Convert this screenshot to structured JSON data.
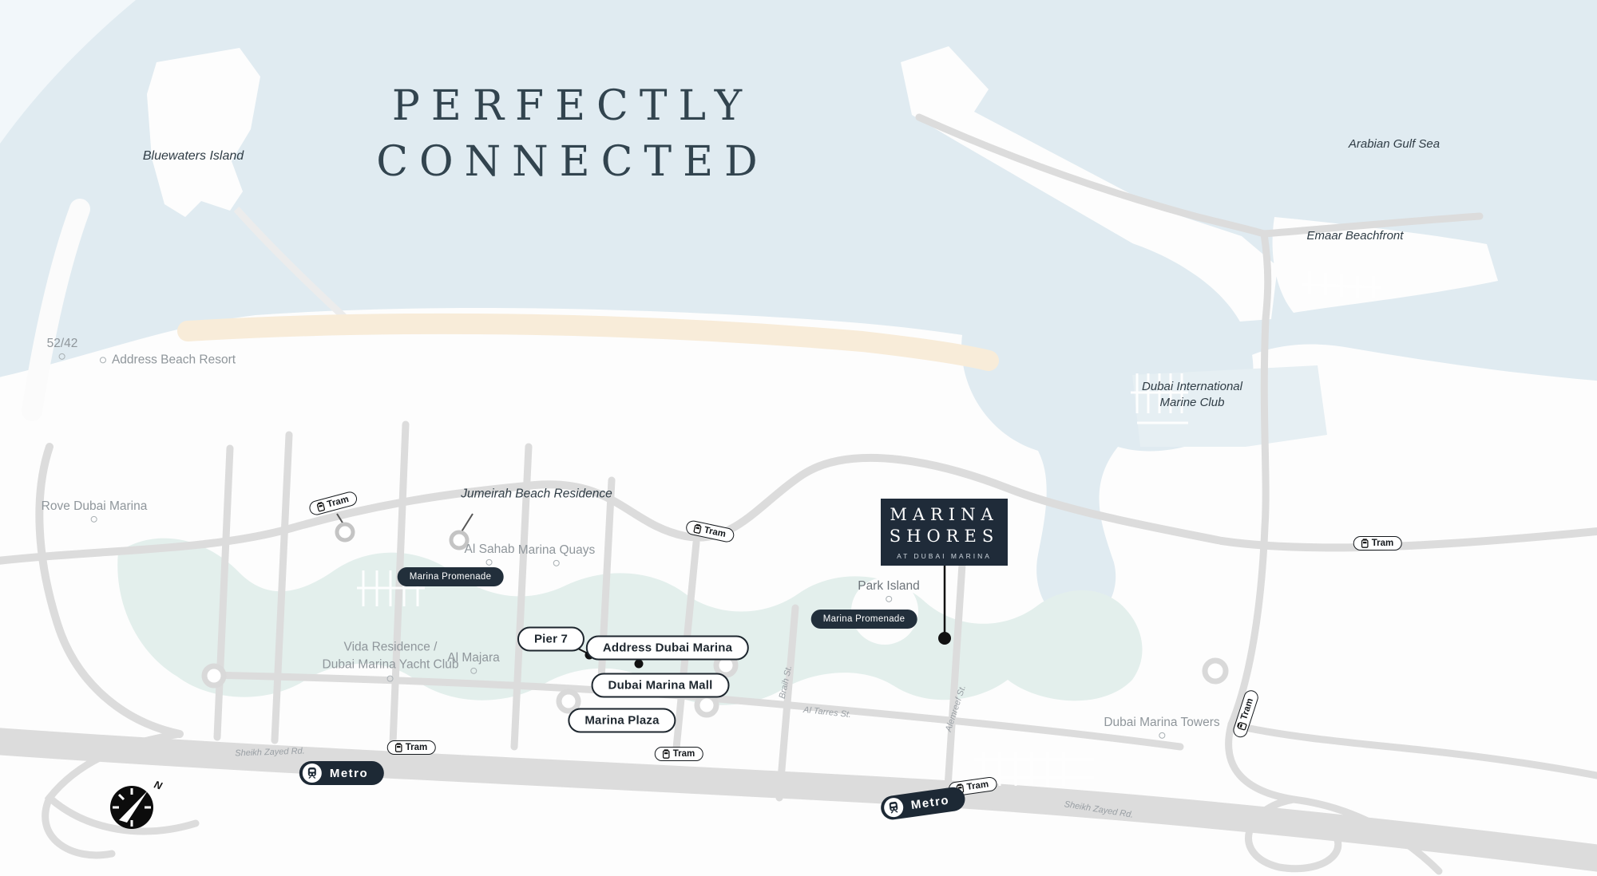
{
  "title": {
    "line1": "PERFECTLY",
    "line2": "CONNECTED"
  },
  "project_card": {
    "line1": "MARINA",
    "line2": "SHORES",
    "subtitle": "AT DUBAI MARINA"
  },
  "transit": {
    "tram_label": "Tram",
    "metro_label": "Metro"
  },
  "badges": {
    "marina_promenade": "Marina Promenade"
  },
  "pills": {
    "pier_7": "Pier 7",
    "address_dubai_marina": "Address Dubai Marina",
    "dubai_marina_mall": "Dubai Marina Mall",
    "marina_plaza": "Marina Plaza"
  },
  "areas": {
    "bluewaters_island": "Bluewaters Island",
    "arabian_gulf_sea": "Arabian Gulf Sea",
    "emaar_beachfront": "Emaar Beachfront",
    "dimc_line1": "Dubai International",
    "dimc_line2": "Marine Club",
    "jumeirah_beach_residence": "Jumeirah Beach Residence"
  },
  "pois": {
    "t52_42": "52/42",
    "address_beach_resort": "Address Beach Resort",
    "rove_dubai_marina": "Rove Dubai Marina",
    "al_sahab": "Al Sahab",
    "marina_quays": "Marina Quays",
    "vida_line1": "Vida Residence /",
    "vida_line2": "Dubai Marina Yacht Club",
    "al_majara": "Al Majara",
    "park_island": "Park Island",
    "dubai_marina_towers": "Dubai Marina Towers"
  },
  "streets": {
    "sheikh_zayed": "Sheikh Zayed Rd.",
    "al_tarres": "Al Tarres St.",
    "braih": "Braih St.",
    "alemreef": "Alemreef St."
  },
  "compass": {
    "north": "N"
  },
  "colors": {
    "water": "#e0ebf1",
    "land": "#fdfdfd",
    "marina_channel": "#e3efec",
    "beach_sand": "#f8ecd9",
    "road": "#dcdcdc",
    "navy": "#1f2b39",
    "title_text": "#32444f"
  }
}
